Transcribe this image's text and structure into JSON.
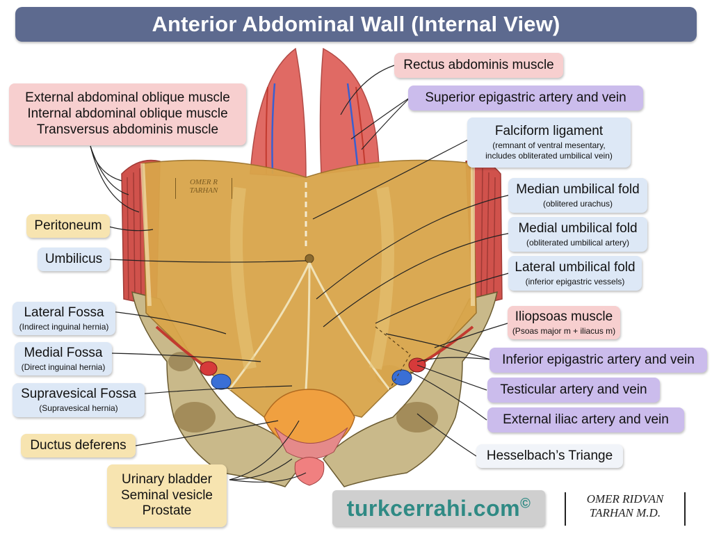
{
  "title": "Anterior Abdominal Wall (Internal View)",
  "labels": {
    "rectus": {
      "main": "Rectus abdominis muscle"
    },
    "superior_epigastric": {
      "main": "Superior epigastric artery and vein"
    },
    "oblique": {
      "line1": "External abdominal oblique muscle",
      "line2": "Internal abdominal oblique muscle",
      "line3": "Transversus abdominis muscle"
    },
    "falciform": {
      "main": "Falciform ligament",
      "sub1": "(remnant of ventral mesentary,",
      "sub2": "includes obliterated umbilical vein)"
    },
    "median_fold": {
      "main": "Median umbilical fold",
      "sub": "(oblitered urachus)"
    },
    "medial_fold": {
      "main": "Medial umbilical fold",
      "sub": "(obliterated umbilical artery)"
    },
    "lateral_fold": {
      "main": "Lateral umbilical fold",
      "sub": "(inferior epigastric vessels)"
    },
    "peritoneum": {
      "main": "Peritoneum"
    },
    "umbilicus": {
      "main": "Umbilicus"
    },
    "lateral_fossa": {
      "main": "Lateral Fossa",
      "sub": "(Indirect inguinal hernia)"
    },
    "medial_fossa": {
      "main": "Medial Fossa",
      "sub": "(Direct inguinal hernia)"
    },
    "supravesical_fossa": {
      "main": "Supravesical Fossa",
      "sub": "(Supravesical hernia)"
    },
    "iliopsoas": {
      "main": "Iliopsoas muscle",
      "sub": "(Psoas major m + iliacus m)"
    },
    "inferior_epigastric": {
      "main": "Inferior epigastric artery and vein"
    },
    "testicular": {
      "main": "Testicular artery and vein"
    },
    "external_iliac": {
      "main": "External iliac artery and vein"
    },
    "ductus": {
      "main": "Ductus deferens"
    },
    "hesselbach": {
      "main": "Hesselbach’s Triange"
    },
    "urinary": {
      "line1": "Urinary bladder",
      "line2": "Seminal vesicle",
      "line3": "Prostate"
    }
  },
  "brand": {
    "text": "turkcerrahi.com",
    "mark": "©"
  },
  "signature": {
    "line1": "OMER RIDVAN",
    "line2": "TARHAN M.D."
  },
  "watermark": {
    "line1": "OMER R",
    "line2": "TARHAN"
  },
  "colors": {
    "title_bar": "#5d6a8f",
    "muscle": "#e06a64",
    "peritoneum": "#d9a54a",
    "bone": "#c9b98a",
    "artery": "#d63a3a",
    "vein": "#3a6fd6",
    "brand_text": "#2f8a84"
  }
}
